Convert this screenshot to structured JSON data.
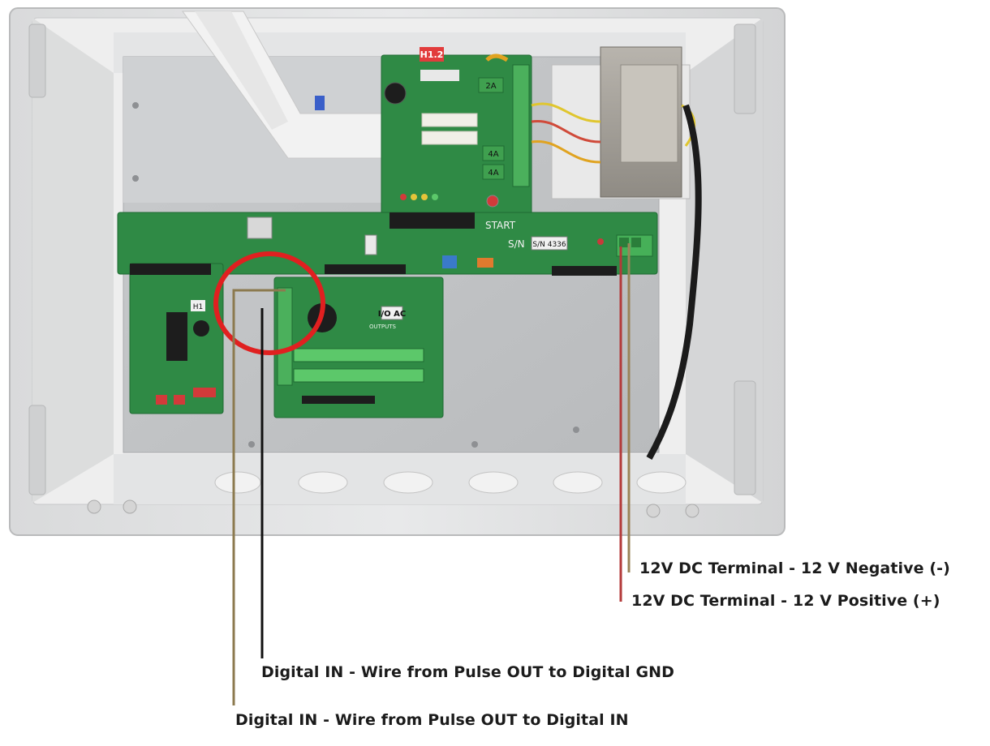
{
  "board": {
    "fuse_h12": "H1.2",
    "fuse_2a": "2A",
    "fuse_4a_top": "4A",
    "fuse_4a_bottom": "4A",
    "start_label": "START",
    "serial_prefix": "S/N",
    "serial_tag": "S/N 4336",
    "io_board_tag": "I/O AC",
    "io_outputs_label": "OUTPUTS",
    "left_board_tag": "H1"
  },
  "callouts": {
    "neg_12v": "12V DC Terminal - 12 V Negative (-)",
    "pos_12v": "12V DC Terminal - 12 V Positive (+)",
    "digital_gnd": "Digital IN - Wire from Pulse OUT to Digital GND",
    "digital_in": "Digital IN - Wire from Pulse OUT to Digital IN"
  },
  "colors": {
    "wire_negative": "#9a8458",
    "wire_positive": "#b33a3a",
    "wire_gnd": "#111111",
    "wire_in": "#8c7a4f",
    "highlight_circle": "#e02020",
    "pcb_green": "#2f8a45"
  }
}
